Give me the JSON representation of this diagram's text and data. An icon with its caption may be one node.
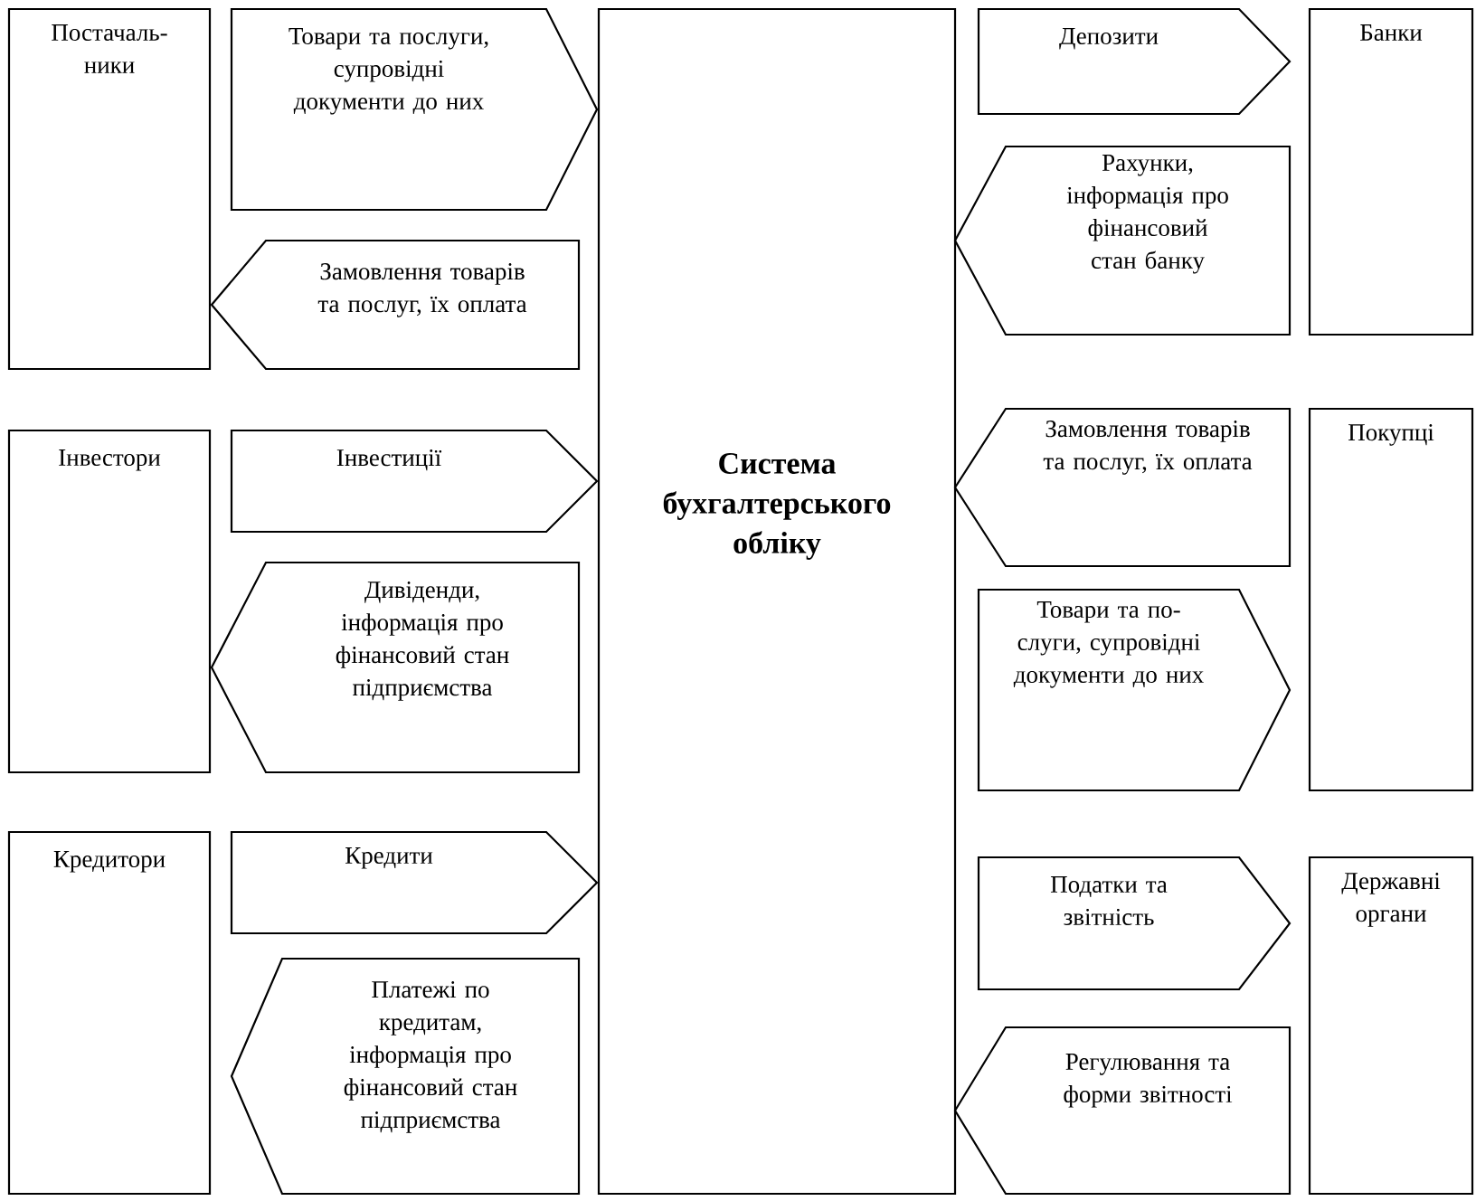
{
  "diagram": {
    "nodes": [
      {
        "text": [
          "Постачаль- ники"
        ]
      },
      {
        "text": [
          "Товари та послуги, супровідні документи до них"
        ]
      },
      {
        "text": [
          "Замовлення товарів та послуг, їх оплата"
        ]
      },
      {
        "text": [
          "Інвестори"
        ]
      },
      {
        "text": [
          "Інвестиції"
        ]
      },
      {
        "text": [
          "Дивіденди, інформація про фінансовий стан підприємства"
        ]
      },
      {
        "text": [
          "Кредитори"
        ]
      },
      {
        "text": [
          "Кредити"
        ]
      },
      {
        "text": [
          "Платежі по кредитам, інформація про фінансовий стан підприємства"
        ]
      },
      {
        "text": [
          "Система бухгалтерського обліку"
        ]
      },
      {
        "text": [
          "Депозити"
        ]
      },
      {
        "text": [
          "Рахунки, інформація про фінансовий стан банку"
        ]
      },
      {
        "text": [
          "Банки"
        ]
      },
      {
        "text": [
          "Замовлення товарів та послуг, їх оплата"
        ]
      },
      {
        "text": [
          "Товари та по- слуги, супровідні документи до них"
        ]
      },
      {
        "text": [
          "Покупці"
        ]
      },
      {
        "text": [
          "Податки та звітність"
        ]
      },
      {
        "text": [
          "Регулювання та форми звітності"
        ]
      },
      {
        "text": [
          "Державні органи"
        ]
      }
    ]
  }
}
